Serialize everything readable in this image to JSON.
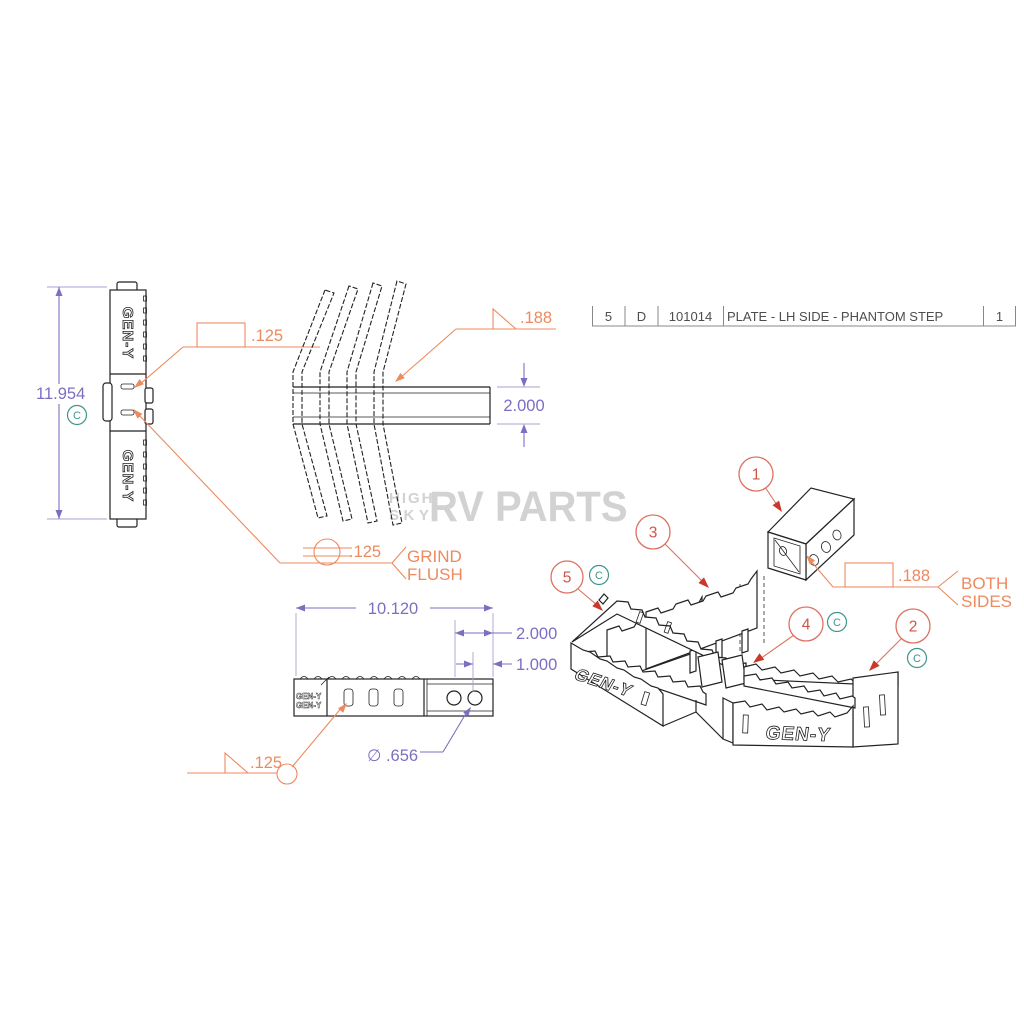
{
  "bom": {
    "item": "5",
    "revision": "D",
    "part_number": "101014",
    "description": "PLATE - LH SIDE - PHANTOM STEP",
    "quantity": "1"
  },
  "dimensions": {
    "plate_height": "11.954",
    "tube_height": "2.000",
    "plate_length": "10.120",
    "hole_spacing_outer": "2.000",
    "hole_spacing_inner": "1.000",
    "hole_diameter": "∅ .656"
  },
  "weld_callouts": {
    "slot_weld_left": ".125",
    "fillet_weld_top": ".188",
    "seam_weld": ".125",
    "grind_note_line1": "GRIND",
    "grind_note_line2": "FLUSH",
    "fillet_weld_bottom": ".125",
    "plug_weld_iso": ".188",
    "both_sides_line1": "BOTH",
    "both_sides_line2": "SIDES"
  },
  "balloons": {
    "receiver_tube": "1",
    "plate_rh": "2",
    "web_plate": "3",
    "center_joint": "4",
    "plate_lh": "5"
  },
  "critical_flag": "C",
  "brand_logo": "GEN-Y",
  "watermark": {
    "line1": "HIGH",
    "line2": "SKY",
    "main": "RV PARTS"
  },
  "colors": {
    "line": "#222222",
    "dimension": "#7e6ec0",
    "weld": "#ed8a5f",
    "balloon": "#dd7061",
    "critical": "#3f958a",
    "watermark": "#d2d2d2"
  }
}
